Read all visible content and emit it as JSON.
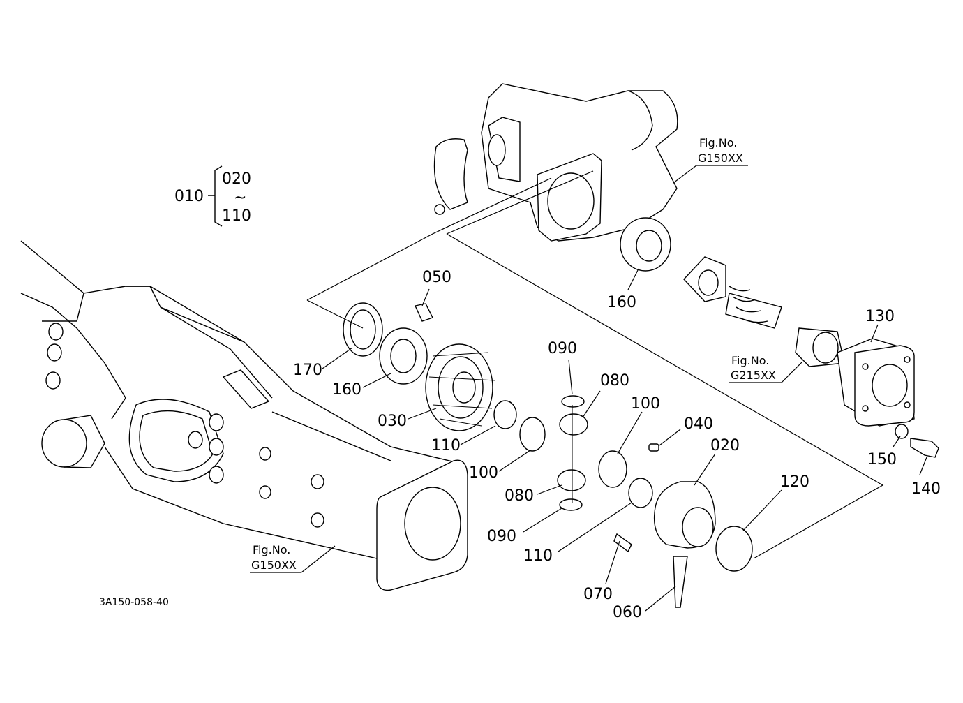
{
  "diagram": {
    "doc_code": "3A150-058-40",
    "assembly": {
      "label": "010",
      "range_start": "020",
      "range_sep": "~",
      "range_end": "110"
    },
    "fig_refs": [
      {
        "line1": "Fig.No.",
        "line2": "G150XX"
      },
      {
        "line1": "Fig.No.",
        "line2": "G215XX"
      },
      {
        "line1": "Fig.No.",
        "line2": "G150XX"
      }
    ],
    "parts": [
      {
        "number": "160"
      },
      {
        "number": "050"
      },
      {
        "number": "170"
      },
      {
        "number": "160"
      },
      {
        "number": "030"
      },
      {
        "number": "110"
      },
      {
        "number": "090"
      },
      {
        "number": "080"
      },
      {
        "number": "100"
      },
      {
        "number": "100"
      },
      {
        "number": "080"
      },
      {
        "number": "090"
      },
      {
        "number": "040"
      },
      {
        "number": "020"
      },
      {
        "number": "110"
      },
      {
        "number": "070"
      },
      {
        "number": "060"
      },
      {
        "number": "120"
      },
      {
        "number": "130"
      },
      {
        "number": "150"
      },
      {
        "number": "140"
      }
    ]
  }
}
